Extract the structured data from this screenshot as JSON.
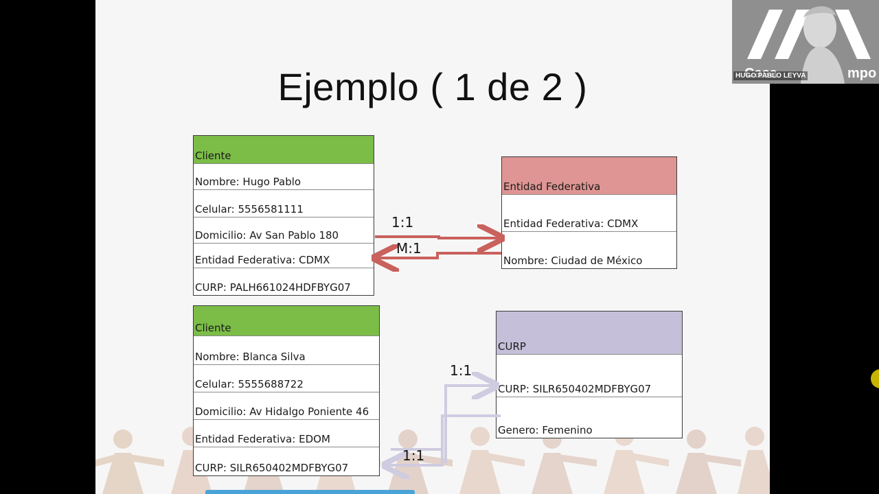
{
  "slide": {
    "title": "Ejemplo ( 1 de 2 )"
  },
  "entities": {
    "cliente_1": {
      "header": "Cliente",
      "fields": [
        "Nombre: Hugo Pablo",
        "Celular: 5556581111",
        "Domicilio: Av San Pablo 180",
        "Entidad Federativa: CDMX",
        "CURP: PALH661024HDFBYG07"
      ]
    },
    "entidad_federativa": {
      "header": "Entidad Federativa",
      "fields": [
        "Entidad Federativa: CDMX",
        "Nombre: Ciudad de México"
      ]
    },
    "cliente_2": {
      "header": "Cliente",
      "fields": [
        "Nombre: Blanca Silva",
        "Celular: 5555688722",
        "Domicilio: Av Hidalgo Poniente 46",
        "Entidad Federativa: EDOM",
        "CURP: SILR650402MDFBYG07"
      ]
    },
    "curp": {
      "header": "CURP",
      "fields": [
        "CURP: SILR650402MDFBYG07",
        "Genero: Femenino"
      ]
    }
  },
  "relations": {
    "cliente_to_entidad": "1:1",
    "entidad_to_cliente": "M:1",
    "cliente_to_curp": "1:1",
    "curp_to_cliente": "1:1"
  },
  "colors": {
    "header_green": "#7cbd48",
    "header_red": "#de9593",
    "header_purple": "#c6bfd9",
    "arrow_red": "#c9615d",
    "arrow_lavender": "#cfcbe0"
  },
  "webcam": {
    "name_tag": "HUGO PABLO LEYVA",
    "brand_left": "Casa",
    "brand_right": "mpo"
  }
}
